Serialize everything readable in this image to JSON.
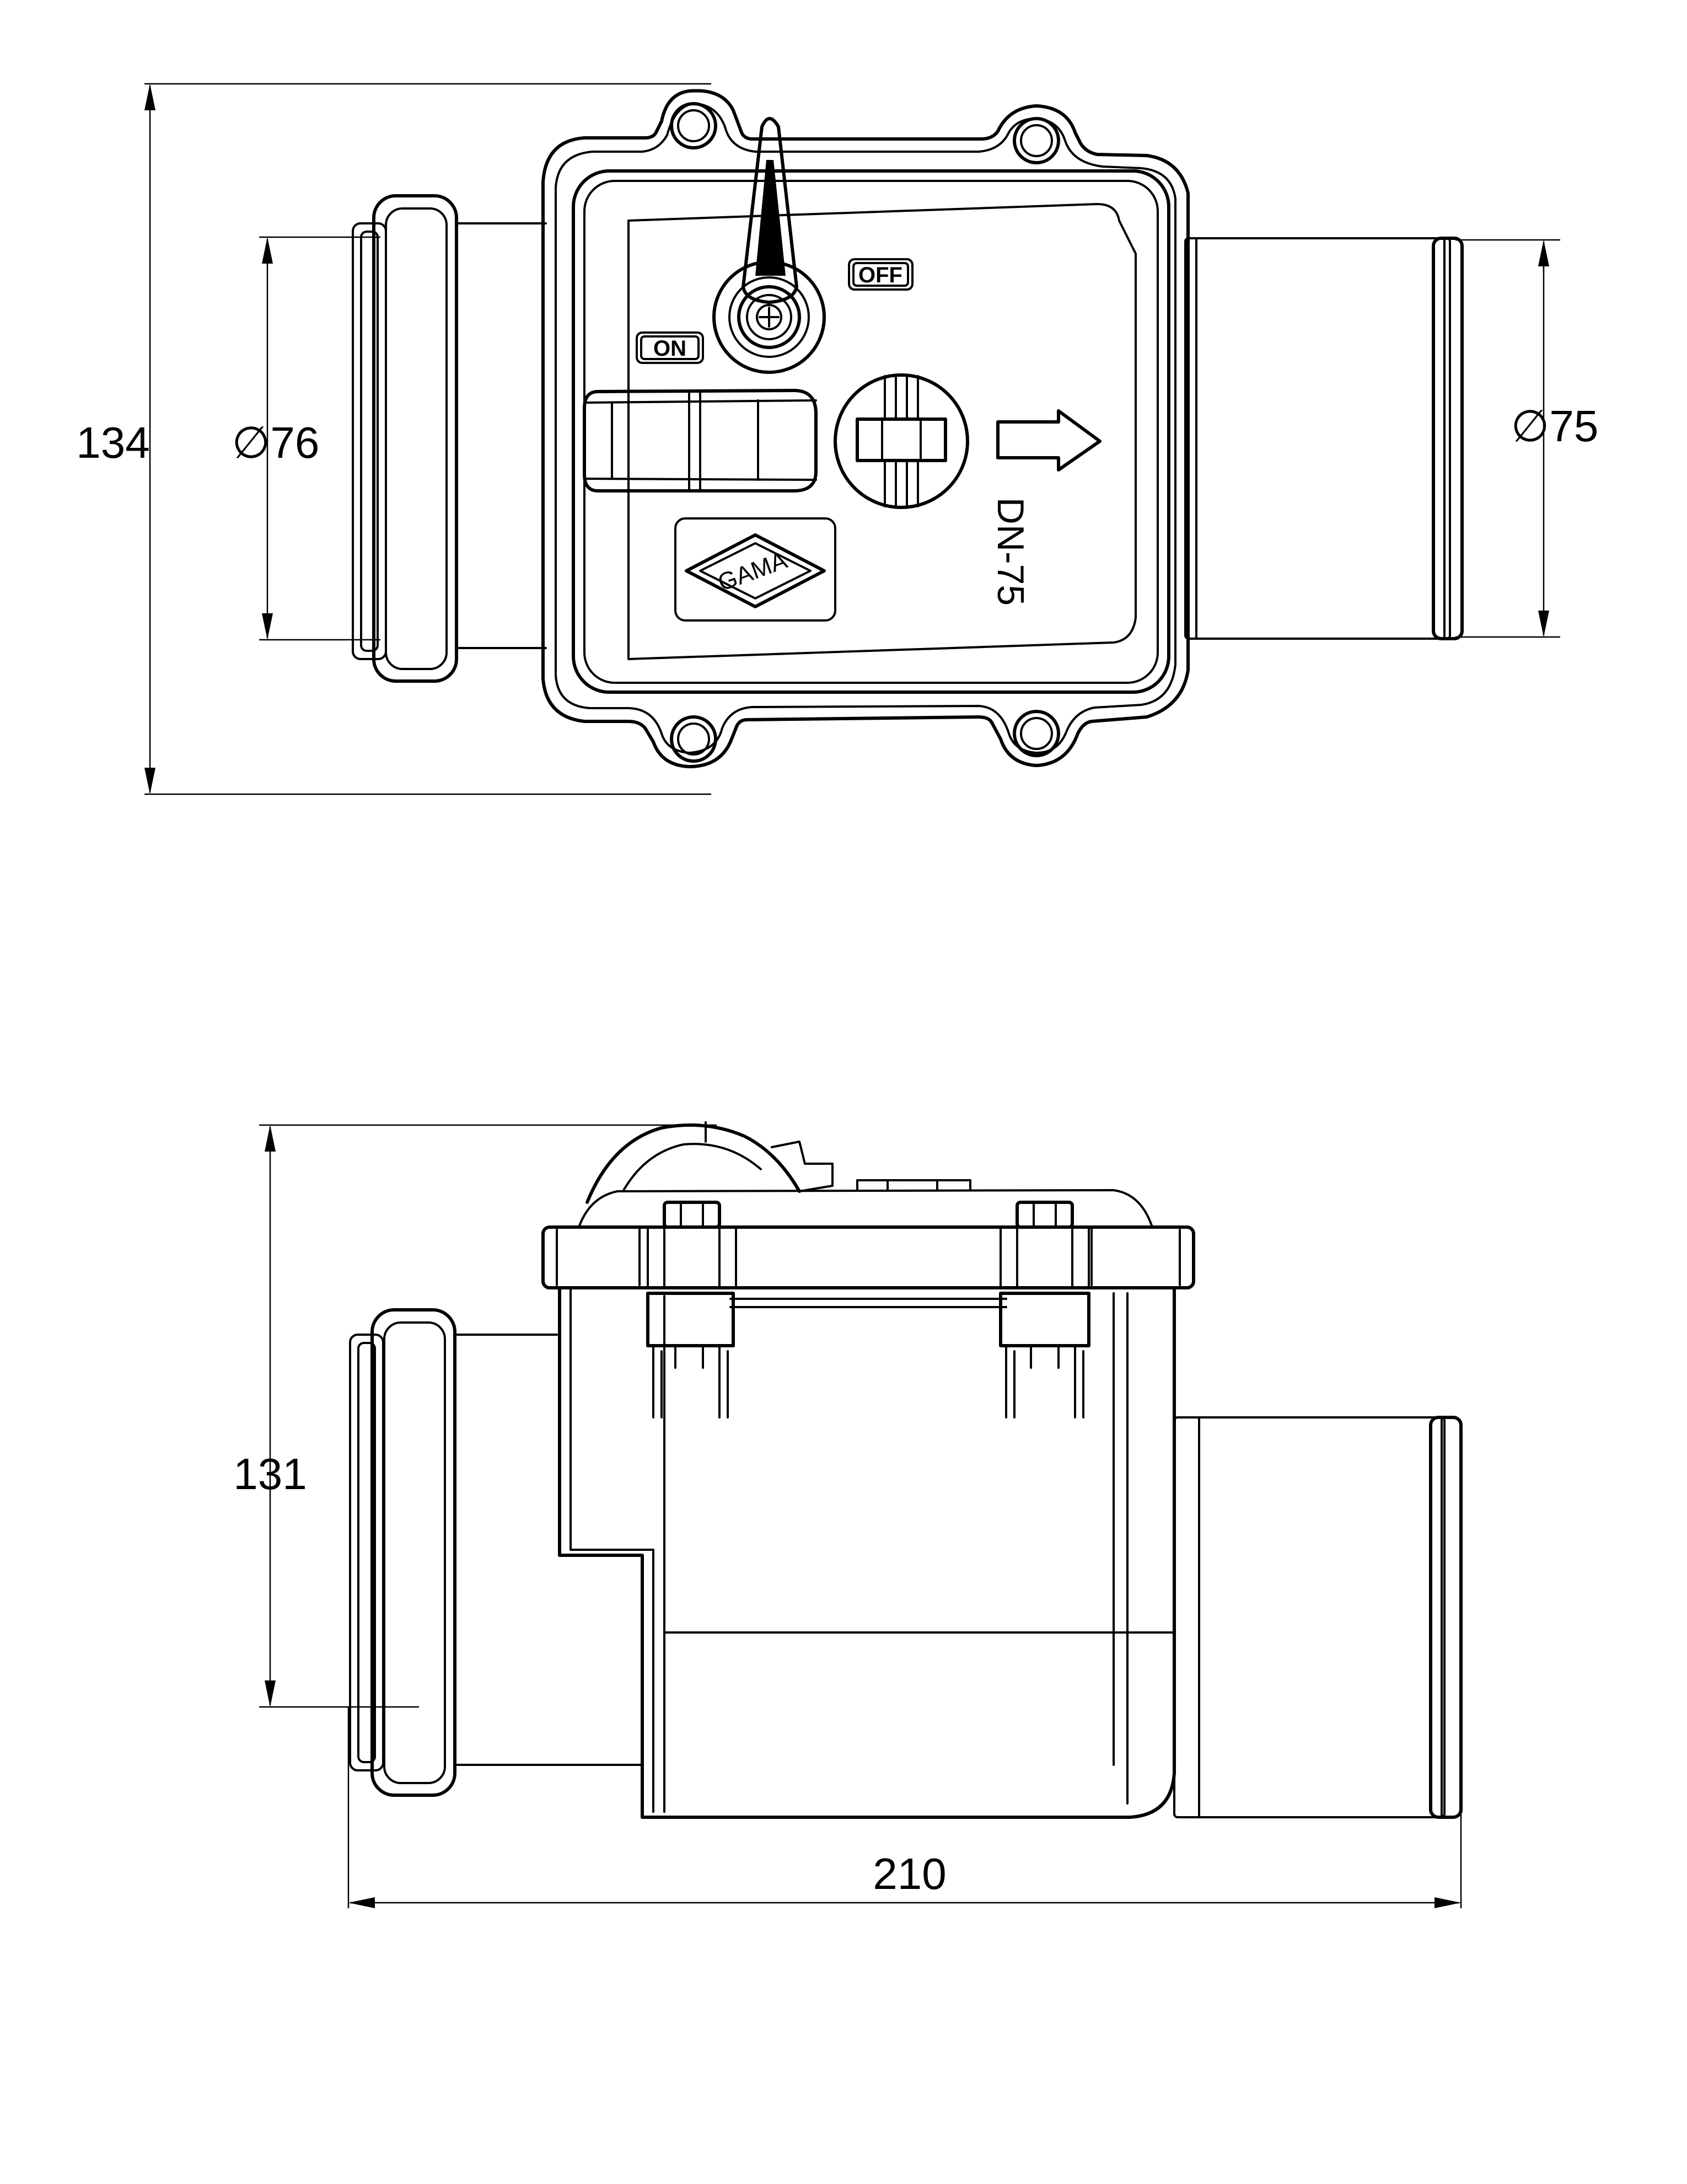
{
  "dimensions": {
    "top_view_height": "134",
    "inlet_diameter": "∅76",
    "outlet_diameter": "∅75",
    "side_view_height": "131",
    "overall_length": "210"
  },
  "valve_labels": {
    "on": "ON",
    "off": "OFF",
    "logo": "GAMA",
    "nominal_size": "DN-75"
  },
  "icons": {
    "flow_direction": "arrow-right-icon",
    "lever": "lever-handle-icon"
  }
}
